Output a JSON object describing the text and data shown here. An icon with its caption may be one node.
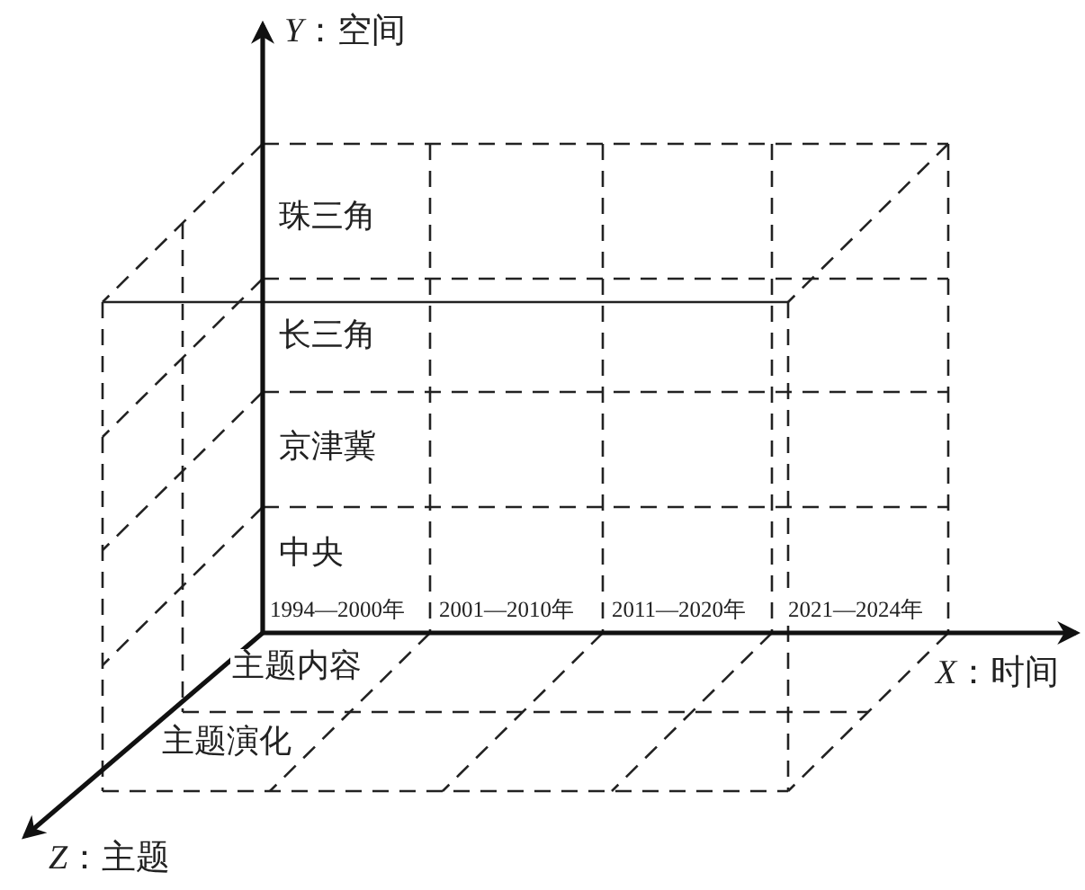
{
  "diagram": {
    "labels": [
      "*Y*：空间",
      "珠三角",
      "长三角",
      "京津冀",
      "中央",
      "1994—2000年",
      "2001—2010年",
      "2011—2020年",
      "2021—2024年",
      "主题内容",
      "主题演化",
      "*X*：时间",
      "*Z*：主题"
    ]
  }
}
